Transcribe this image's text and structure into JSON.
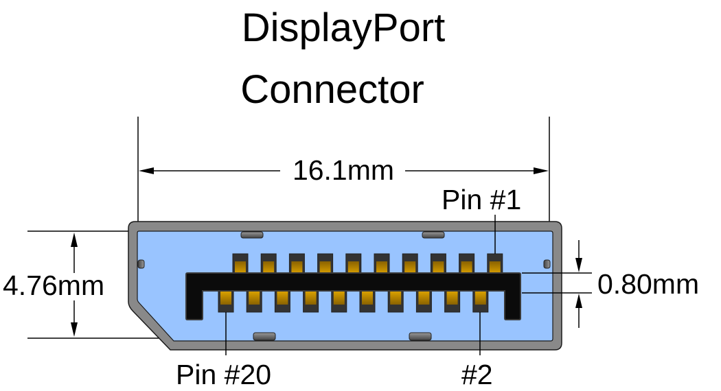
{
  "title": {
    "line1": "DisplayPort",
    "line2": "Connector"
  },
  "dimensions": {
    "width": "16.1mm",
    "height": "4.76mm",
    "pin_pitch_offset": "0.80mm"
  },
  "labels": {
    "pin1": "Pin #1",
    "pin20": "Pin #20",
    "pin2": "#2"
  },
  "connector": {
    "top_row_pin_count": 10,
    "bottom_row_pin_count": 10,
    "colors": {
      "shell": "#898989",
      "shell_outline": "#1a1a1a",
      "cavity": "#99c4ff",
      "tongue": "#0b0b0b",
      "pin_base": "#333333",
      "pin_gold_top": "#d9a000",
      "pin_gold_bottom": "#8a6200",
      "latch": "#555555"
    }
  }
}
